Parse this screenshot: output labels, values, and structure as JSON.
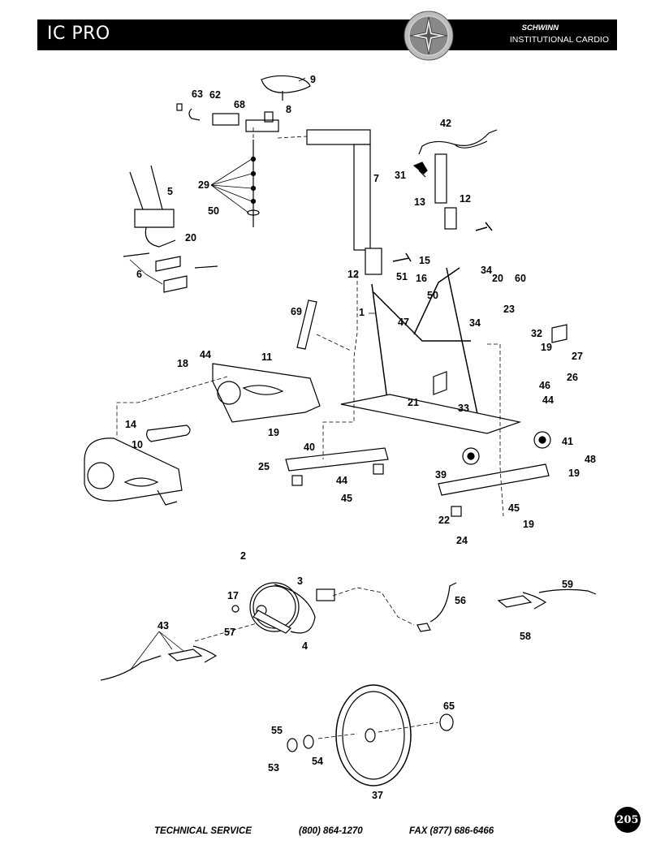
{
  "header": {
    "title": "IC PRO",
    "brand": "SCHWINN",
    "subtitle": "INSTITUTIONAL CARDIO",
    "logo": "schwinn-star-logo"
  },
  "callouts": [
    "9",
    "63",
    "62",
    "68",
    "8",
    "42",
    "5",
    "29",
    "7",
    "31",
    "13",
    "12",
    "50",
    "20",
    "6",
    "12",
    "15",
    "16",
    "51",
    "50",
    "34",
    "20",
    "60",
    "23",
    "69",
    "1",
    "47",
    "34",
    "32",
    "19",
    "27",
    "26",
    "18",
    "44",
    "11",
    "46",
    "44",
    "21",
    "33",
    "14",
    "19",
    "41",
    "10",
    "40",
    "48",
    "19",
    "25",
    "44",
    "45",
    "39",
    "45",
    "22",
    "19",
    "24",
    "2",
    "3",
    "17",
    "57",
    "56",
    "59",
    "43",
    "4",
    "58",
    "65",
    "55",
    "53",
    "54",
    "37"
  ],
  "footer": {
    "service_label": "TECHNICAL SERVICE",
    "phone": "(800) 864-1270",
    "fax": "FAX (877) 686-6466"
  },
  "page_number": "205"
}
